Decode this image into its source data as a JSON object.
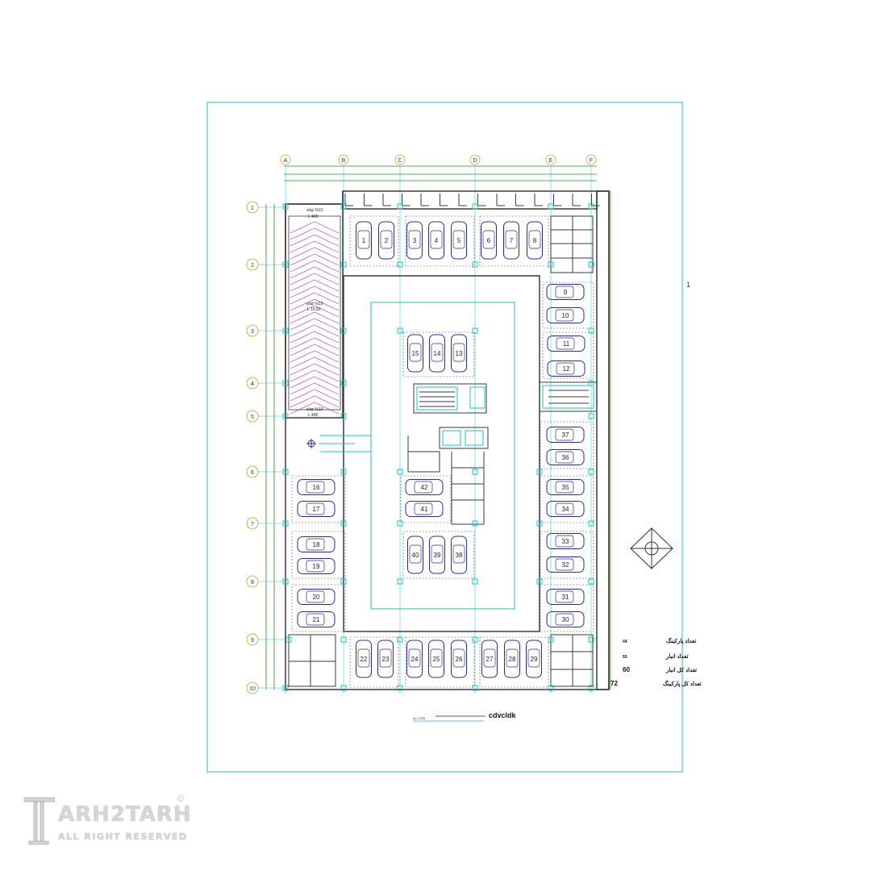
{
  "sheet": {
    "sheet_number": "1",
    "title": "cdvcldk",
    "scale": "sc:1:100"
  },
  "grid": {
    "columns": [
      "A",
      "B",
      "C",
      "D",
      "E",
      "F"
    ],
    "rows": [
      "1",
      "2",
      "3",
      "4",
      "5",
      "6",
      "7",
      "8",
      "9",
      "10"
    ]
  },
  "ramp": {
    "top_label": "slop %10",
    "top_length": "L 400",
    "mid_label": "slop %15",
    "mid_length": "L 19.50",
    "bottom_label": "slop %10",
    "bottom_length": "L 400"
  },
  "parking_numbers": [
    "1",
    "2",
    "3",
    "4",
    "5",
    "6",
    "7",
    "8",
    "9",
    "10",
    "11",
    "12",
    "13",
    "14",
    "15",
    "16",
    "17",
    "18",
    "19",
    "20",
    "21",
    "22",
    "23",
    "24",
    "25",
    "26",
    "27",
    "28",
    "29",
    "30",
    "31",
    "32",
    "33",
    "34",
    "35",
    "36",
    "37",
    "38",
    "39",
    "40",
    "41",
    "42"
  ],
  "legend": [
    {
      "label": "تعداد پارکینگ",
      "value": "44"
    },
    {
      "label": "تعداد انبار",
      "value": "55"
    },
    {
      "label": "تعداد کل انبار",
      "value": "60"
    },
    {
      "label": "تعداد کل پارکینگ",
      "value": "72"
    }
  ],
  "watermark": {
    "brand": "ARH2TARH",
    "tagline": "ALL RIGHT RESERVED",
    "copyright": "©"
  },
  "colors": {
    "wall": "#3a3a3a",
    "cyan": "#19c3c8",
    "car": "#2a2aa8",
    "ramp": "#c0279a",
    "grid_bubble": "#c9a227",
    "dimension": "#1a8f1a"
  }
}
